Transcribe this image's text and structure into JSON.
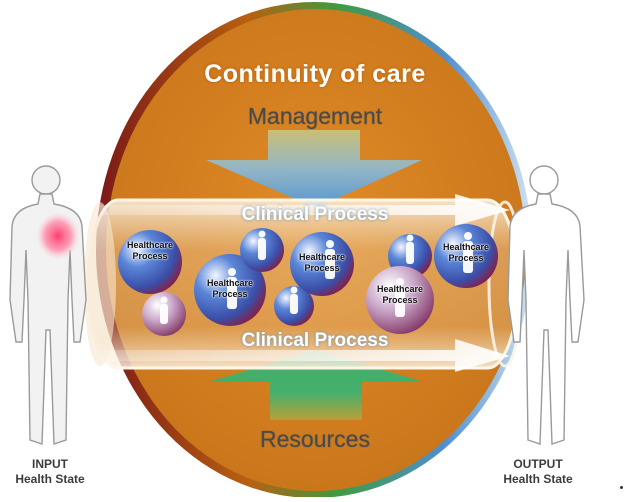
{
  "diagram": {
    "title": "Continuity of care",
    "top_label": "Management",
    "bottom_label": "Resources",
    "upper_channel_label": "Clinical Process",
    "lower_channel_label": "Clinical Process",
    "input_label": {
      "line1": "INPUT",
      "line2": "Health State"
    },
    "output_label": {
      "line1": "OUTPUT",
      "line2": "Health State"
    },
    "process_label": {
      "line1": "Healthcare",
      "line2": "Process"
    }
  },
  "colors": {
    "circle": "#d88420",
    "circle_edge": "#8a3a14",
    "tube": "#f2e6cf",
    "arrow_top": "#5a9fd6",
    "arrow_bottom": "#3cb371",
    "sphere_blue": "#3f6cc4",
    "sphere_red": "#8e1a3a",
    "input_heart": "#ff4f7a"
  }
}
